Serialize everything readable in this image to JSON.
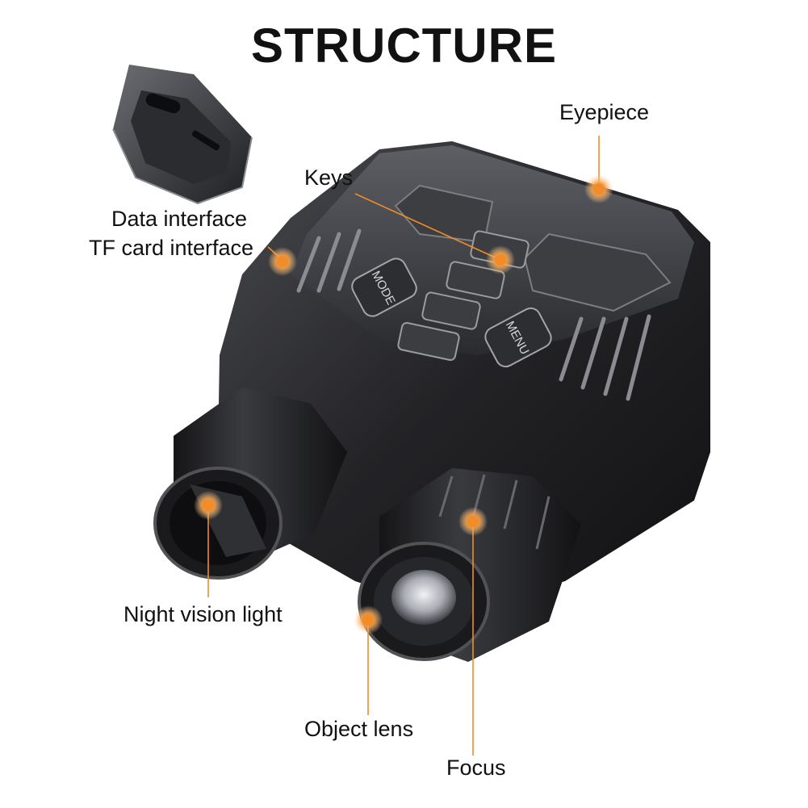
{
  "title": "STRUCTURE",
  "labels": {
    "eyepiece": "Eyepiece",
    "keys": "Keys",
    "data_interface": "Data interface",
    "tf_card_interface": "TF card interface",
    "night_vision_light": "Night vision light",
    "object_lens": "Object lens",
    "focus": "Focus"
  },
  "buttons": {
    "mode": "MODE",
    "menu": "MENU"
  },
  "colors": {
    "accent": "#f28c28",
    "accent_glow": "#ffd9a8",
    "body_dark": "#1c1c1e",
    "body_mid": "#2e2e31",
    "body_light": "#55575c",
    "text": "#111111"
  }
}
